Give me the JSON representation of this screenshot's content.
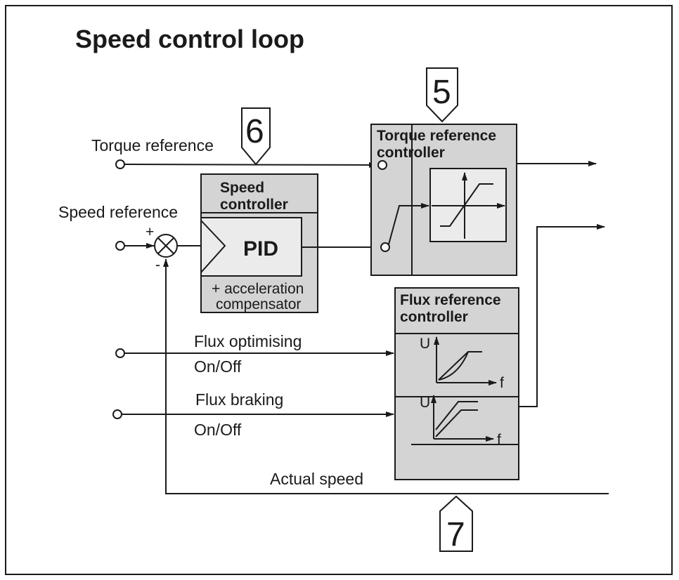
{
  "title": "Speed control loop",
  "inputs": {
    "torque_reference": "Torque reference",
    "speed_reference": "Speed reference",
    "flux_optimising": "Flux optimising",
    "flux_optimising_state": "On/Off",
    "flux_braking": "Flux braking",
    "flux_braking_state": "On/Off",
    "actual_speed": "Actual speed"
  },
  "summing_junction": {
    "plus": "+",
    "minus": "-"
  },
  "speed_controller": {
    "title_line1": "Speed",
    "title_line2": "controller",
    "pid": "PID",
    "note_line1": "+ acceleration",
    "note_line2": "compensator"
  },
  "torque_controller": {
    "title_line1": "Torque reference",
    "title_line2": "controller"
  },
  "flux_controller": {
    "title_line1": "Flux reference",
    "title_line2": "controller",
    "graph_y": "U",
    "graph_x": "f"
  },
  "markers": {
    "m5": "5",
    "m6": "6",
    "m7": "7"
  }
}
